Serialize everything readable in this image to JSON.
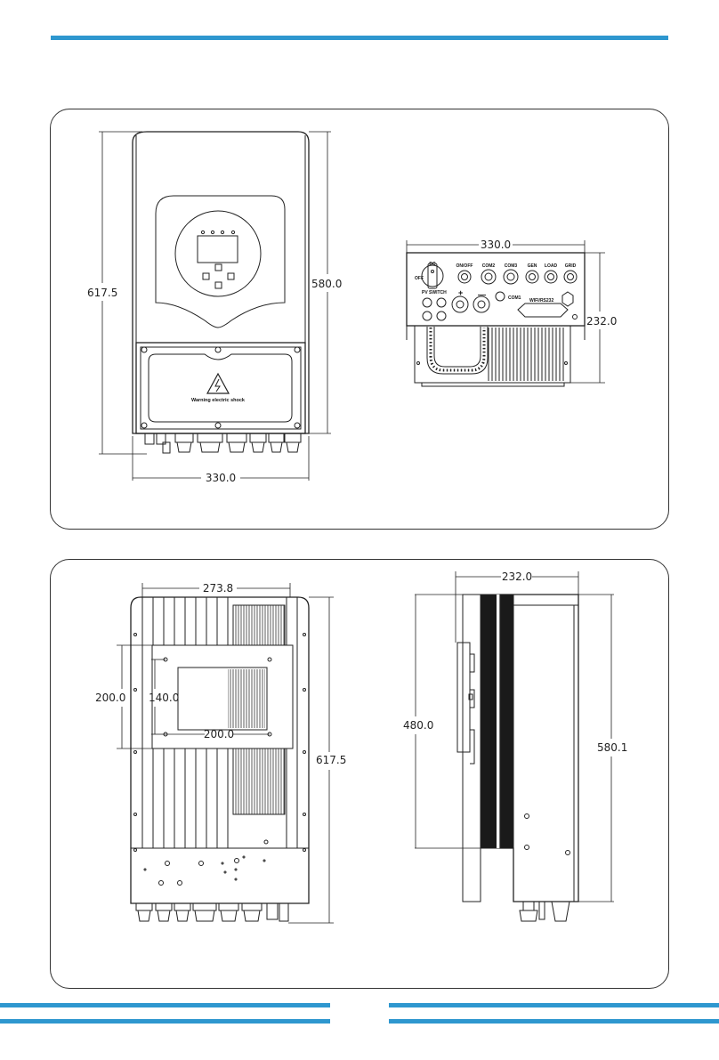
{
  "header": {
    "accent_color": "#2e97cf"
  },
  "front_view": {
    "height_total": "617.5",
    "height_body": "580.0",
    "width": "330.0",
    "warning_label": "Warning electric shock"
  },
  "bottom_view": {
    "width": "330.0",
    "depth": "232.0",
    "labels": {
      "dc": "DC",
      "off": "OFF",
      "on_off": "ON/OFF",
      "com2": "COM2",
      "com3": "COM3",
      "gen": "GEN",
      "load": "LOAD",
      "grid": "GRID",
      "pv_switch": "PV SWITCH",
      "com1": "COM1",
      "wifi": "WIFI/RS232",
      "plus": "+",
      "minus": "—"
    }
  },
  "rear_view": {
    "top_width": "273.8",
    "bracket_height": "200.0",
    "inner_height": "140.0",
    "inner_width": "200.0",
    "height_total": "617.5"
  },
  "side_view": {
    "depth": "232.0",
    "bracket_height": "480.0",
    "height": "580.1"
  }
}
